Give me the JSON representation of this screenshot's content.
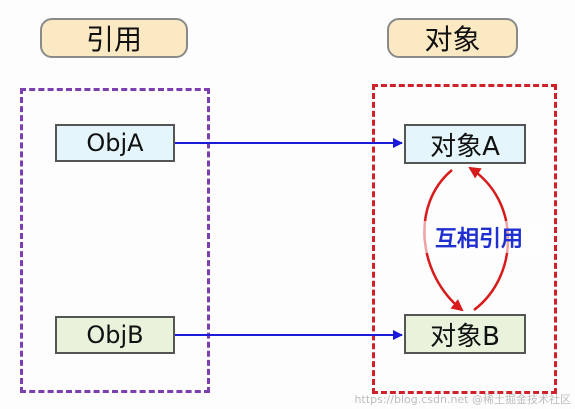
{
  "headers": {
    "left": "引用",
    "right": "对象"
  },
  "references": [
    {
      "label": "ObjA"
    },
    {
      "label": "ObjB"
    }
  ],
  "objects": [
    {
      "label": "对象A"
    },
    {
      "label": "对象B"
    }
  ],
  "relation_label": "互相引用",
  "watermark": "https://blog.csdn.net @稀土掘金技术社区",
  "colors": {
    "reference_arrow": "#1a1ad8",
    "mutual_arrow": "#d81a1a",
    "reference_zone_border": "#7b3fb0",
    "object_zone_border": "#d0202a",
    "header_fill": "#fbe9c4"
  }
}
